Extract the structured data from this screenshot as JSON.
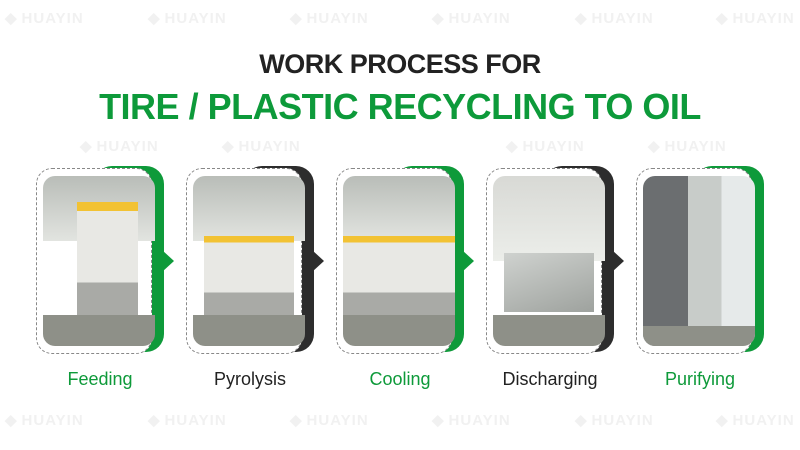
{
  "watermark": "HUAYIN",
  "title": {
    "line1": "WORK PROCESS FOR",
    "line2": "TIRE / PLASTIC RECYCLING TO OIL"
  },
  "steps": [
    {
      "label": "Feeding",
      "color": "#0e9a3a"
    },
    {
      "label": "Pyrolysis",
      "color": "#2d2d2d"
    },
    {
      "label": "Cooling",
      "color": "#0e9a3a"
    },
    {
      "label": "Discharging",
      "color": "#2d2d2d"
    },
    {
      "label": "Purifying",
      "color": "#0e9a3a"
    }
  ]
}
